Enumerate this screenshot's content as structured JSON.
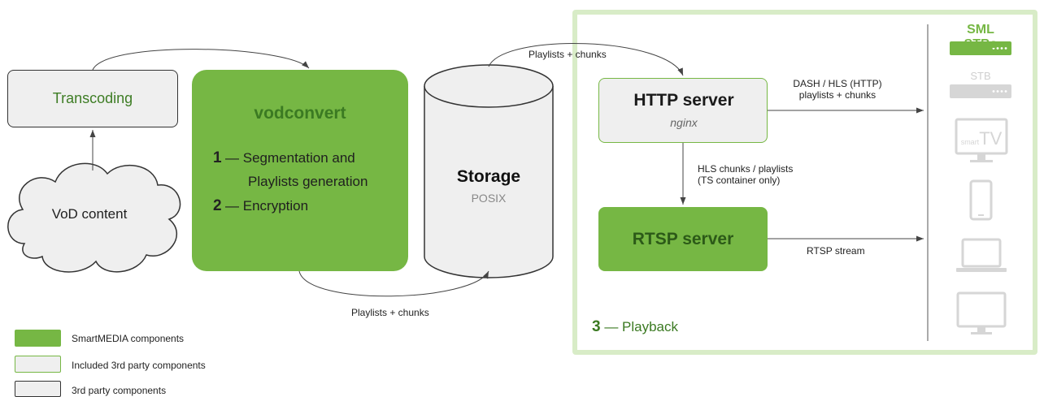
{
  "diagram": {
    "nodes": {
      "transcoding": "Transcoding",
      "vod_content": "VoD content",
      "vodconvert": {
        "title": "vodconvert",
        "step1_num": "1",
        "step1_text_line1": "— Segmentation and",
        "step1_text_line2": "Playlists generation",
        "step2_num": "2",
        "step2_text": "— Encryption"
      },
      "storage": {
        "title": "Storage",
        "subtitle": "POSIX"
      },
      "http_server": {
        "title": "HTTP server",
        "subtitle": "nginx"
      },
      "rtsp_server": {
        "title": "RTSP server"
      }
    },
    "edges": {
      "transcoding_to_vodconvert": "",
      "vodconvert_to_storage": "Playlists + chunks",
      "storage_to_http": "Playlists + chunks",
      "http_to_devices_line1": "DASH / HLS (HTTP)",
      "http_to_devices_line2": "playlists + chunks",
      "http_to_rtsp_line1": "HLS chunks / playlists",
      "http_to_rtsp_line2": "(TS container only)",
      "rtsp_to_devices": "RTSP stream"
    },
    "playback": {
      "num": "3",
      "text": "— Playback"
    },
    "devices": {
      "sml_stbs": "SML STBs",
      "stb": "STB",
      "smart_tv_small": "smart",
      "smart_tv_big": "TV",
      "icons": [
        "set-top-box-icon",
        "set-top-box-icon",
        "smart-tv-icon",
        "smartphone-icon",
        "laptop-icon",
        "desktop-monitor-icon"
      ]
    },
    "legend": [
      {
        "label": "SmartMEDIA components"
      },
      {
        "label": "Included 3rd party components"
      },
      {
        "label": "3rd party components"
      }
    ],
    "colors": {
      "smartmedia_green": "#76b744",
      "included_border": "#76b744",
      "third_party_border": "#333333",
      "box_fill": "#efefef",
      "playback_frame": "#d8ecc7",
      "device_grey": "#d6d6d6"
    }
  }
}
